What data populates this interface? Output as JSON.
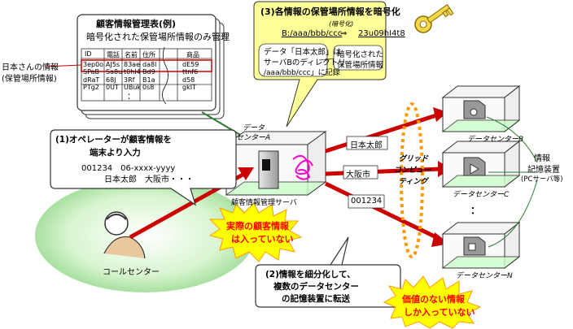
{
  "colors": {
    "arrow_red": "#cc0000",
    "arrow_green": "#2e7d32",
    "callout_yellow": "#ffff66",
    "starburst_yellow": "#ffff00",
    "starburst_text": "#ff0000",
    "box_green_floor": "#ccffcc",
    "ring_orange": "#ff9900",
    "magenta_hash": "#ff00cc"
  },
  "table_callout": {
    "title": "顧客情報管理表(例)",
    "subtitle": "暗号化された保管場所情報のみ管理",
    "columns": [
      "ID",
      "電話",
      "名前",
      "住所",
      "商品"
    ],
    "rows": [
      [
        "3ep0o",
        "AJ5s",
        "83ae",
        "da8l",
        "dE59"
      ],
      [
        "SPaB",
        "Sa8u",
        "t0hI4",
        "Bd9",
        "ttnf6"
      ],
      [
        "dRaT",
        "68J",
        "3Rf",
        "B1a",
        "d58"
      ],
      [
        "PTg2",
        "0UT",
        "UBuk",
        "0s8",
        "gkIT"
      ]
    ],
    "ellipsis": "："
  },
  "left_annotation": {
    "line1": "日本さんの情報",
    "line2": "(保管場所情報)"
  },
  "encrypt_callout": {
    "title": "(3)各情報の保管場所情報を暗号化",
    "note": "(暗号化)",
    "path": "B:/aaa/bbb/ccc",
    "arrow": "⇒",
    "cipher": "23u09hI4t8",
    "box_left": [
      "データ「日本太郎」は",
      "サーバBのディレクトリ",
      "/aaa/bbb/ccc」に記録"
    ],
    "box_right": [
      "暗号化された",
      "保管場所情報"
    ]
  },
  "operator_callout": {
    "title_line1": "(1)オペレーターが顧客情報を",
    "title_line2": "端末より入力",
    "data_line1": "001234　06-xxxx-yyyy",
    "data_line2": "日本太郎　大阪市・・・"
  },
  "call_center": {
    "label": "コールセンター"
  },
  "data_center_a": {
    "label_line1": "データ",
    "label_line2": "センターA",
    "server_label": "顧客情報管理サーバ"
  },
  "starburst_a": {
    "line1": "実際の顧客情報",
    "line2": "は入っていない"
  },
  "fragments": [
    "日本太郎",
    "大阪市",
    "001234"
  ],
  "grid": {
    "line1": "グリッド",
    "line2": "コンピュー",
    "line3": "ティング"
  },
  "data_centers": {
    "b": "データセンターB",
    "c": "データセンターC",
    "n": "データセンターN",
    "dots": "："
  },
  "storage_label": {
    "line1": "情報",
    "line2": "記憶装置",
    "line3": "(PCサーバ等)"
  },
  "transfer_callout": {
    "line1": "(2)情報を細分化して、",
    "line2": "複数のデータセンター",
    "line3": "の記憶装置に転送"
  },
  "starburst_n": {
    "line1": "価値のない情報",
    "line2": "しか入っていない"
  }
}
